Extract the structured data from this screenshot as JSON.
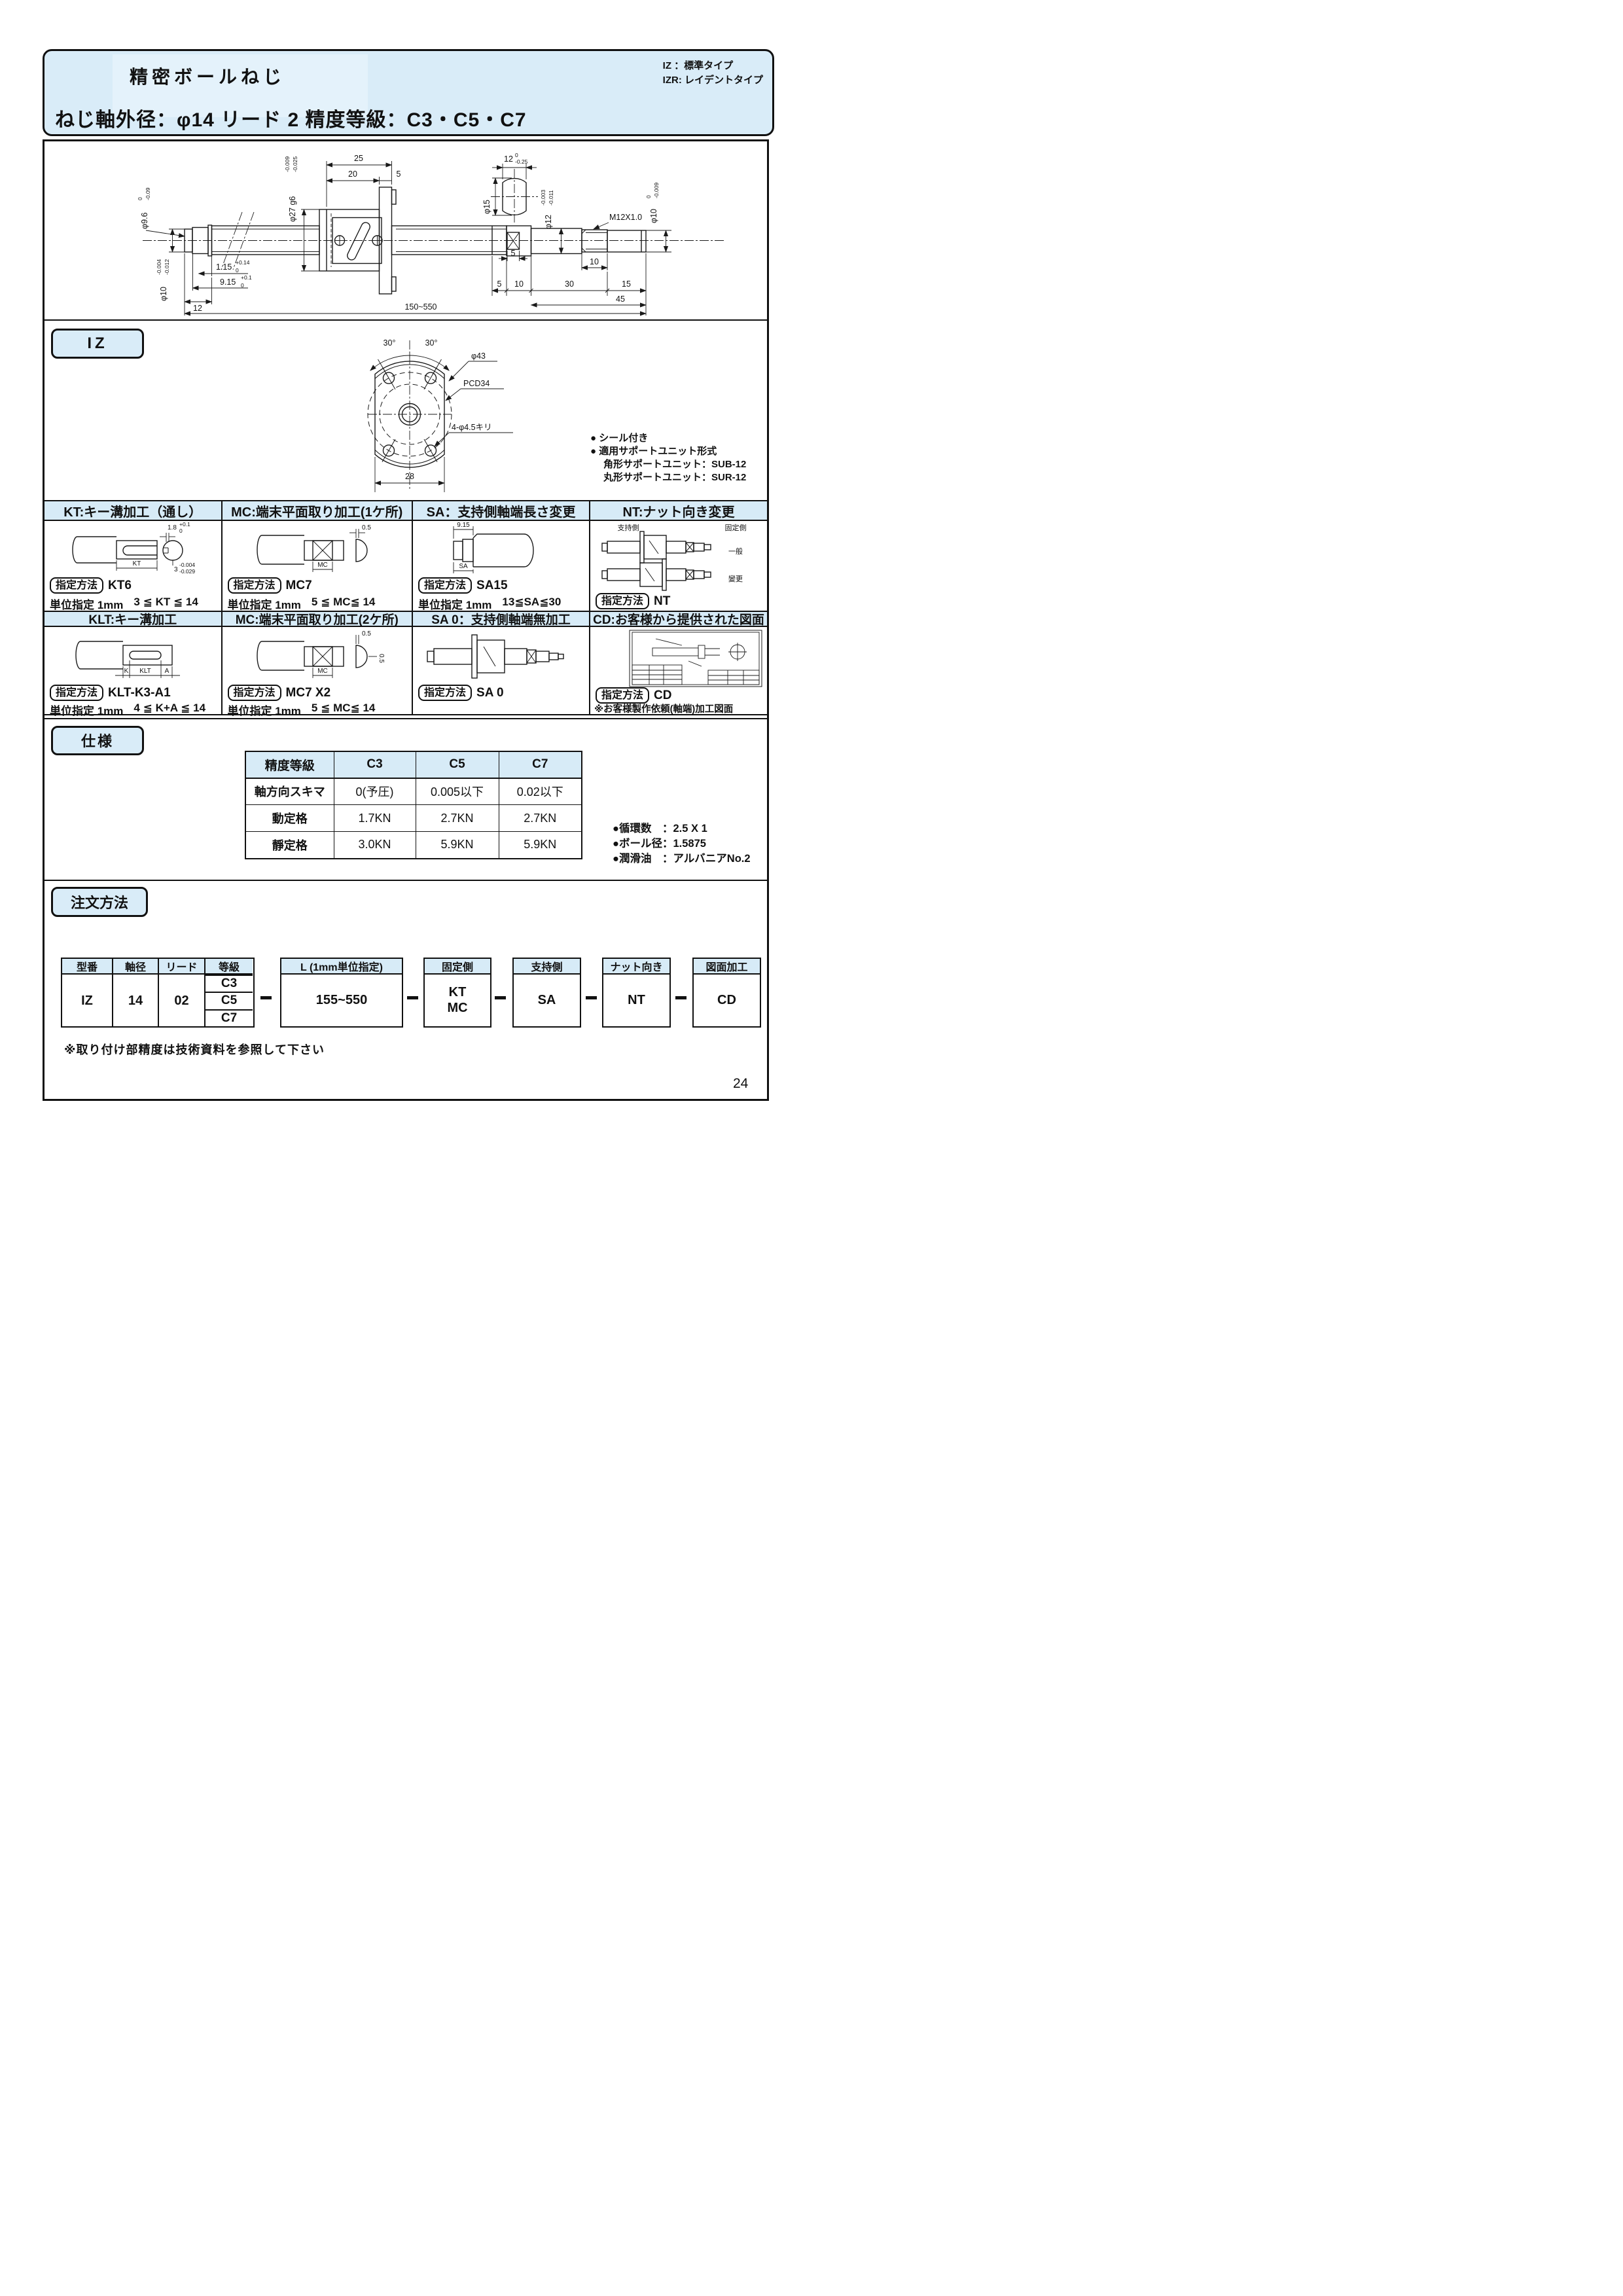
{
  "colors": {
    "accent_blue": "#d7ebf7",
    "header_blue": "#d9ecf8",
    "line": "#1a1a1a"
  },
  "page_number": "24",
  "header": {
    "title": "精密ボールねじ",
    "subtitle": "ねじ軸外径：φ14 リード 2 精度等級：C3・C5・C7",
    "type1": "IZ ：標準タイプ",
    "type2": "IZR: レイデントタイプ"
  },
  "drawing": {
    "d25": "25",
    "d20": "20",
    "d5": "5",
    "d96": {
      "b": "φ9.6",
      "t": "0",
      "u": "-0.09"
    },
    "d27": {
      "b": "φ27 g6",
      "t": "-0.009",
      "u": "-0.025"
    },
    "d10l": {
      "b": "φ10",
      "t": "-0.004",
      "u": "-0.012"
    },
    "d115": {
      "b": "1.15",
      "t": "+0.14",
      "u": "0"
    },
    "d915": {
      "b": "9.15",
      "t": "+0.1",
      "u": "0"
    },
    "d12l": "12",
    "d12f": {
      "b": "12",
      "t": "0",
      "u": "-0.25"
    },
    "d15": "φ15",
    "d12r": {
      "b": "φ12",
      "t": "-0.003",
      "u": "-0.011"
    },
    "m12": "M12X1.0",
    "d10r": {
      "b": "φ10",
      "t": "0",
      "u": "-0.009"
    },
    "s5": "5",
    "s10": "10",
    "c5": "5",
    "c10": "10",
    "c30": "30",
    "c15": "15",
    "d45": "45",
    "total": "150~550"
  },
  "iz": {
    "label": "IZ",
    "a30l": "30°",
    "a30r": "30°",
    "d43": "φ43",
    "pcd": "PCD34",
    "holes": "4-φ4.5キリ",
    "w28": "28",
    "bullets": [
      "● シール付き",
      "● 適用サポートユニット形式",
      "角形サポートユニット：SUB-12",
      "丸形サポートユニット：SUR-12"
    ]
  },
  "options": {
    "method_label": "指定方法",
    "kt": {
      "title": "KT:キー溝加工（通し）",
      "method": "KT6",
      "unit": "単位指定 1mm",
      "range": "3 ≦ KT ≦ 14",
      "d18": {
        "b": "1.8",
        "t": "+0.1",
        "u": "0"
      },
      "dkt": "KT",
      "d3": {
        "b": "3",
        "t": "-0.004",
        "u": "-0.029"
      }
    },
    "mc1": {
      "title": "MC:端末平面取り加工(1ケ所)",
      "method": "MC7",
      "unit": "単位指定 1mm",
      "range": "5 ≦ MC≦ 14",
      "d05": "0.5",
      "dmc": "MC"
    },
    "sa": {
      "title": "SA：支持側軸端長さ変更",
      "method": "SA15",
      "unit": "単位指定 1mm",
      "range": "13≦SA≦30",
      "d915": "9.15",
      "dsa": "SA"
    },
    "nt": {
      "title": "NT:ナット向き変更",
      "method": "NT",
      "support": "支持側",
      "fixed": "固定側",
      "normal": "一般",
      "changed": "變更"
    },
    "klt": {
      "title": "KLT:キー溝加工",
      "method": "KLT-K3-A1",
      "unit": "単位指定 1mm",
      "range": "4 ≦ K+A ≦ 14",
      "dk": "K",
      "dklt": "KLT",
      "da": "A"
    },
    "mc2": {
      "title": "MC:端末平面取り加工(2ケ所)",
      "method": "MC7 X2",
      "unit": "単位指定 1mm",
      "range": "5 ≦ MC≦ 14",
      "d05a": "0.5",
      "d05b": "0.5",
      "dmc": "MC"
    },
    "sa0": {
      "title": "SA 0：支持側軸端無加工",
      "method": "SA 0"
    },
    "cd": {
      "title": "CD:お客様から提供された図面",
      "method": "CD",
      "note": "※お客様製作依頼(軸端)加工図面"
    }
  },
  "spec": {
    "label": "仕様",
    "headers": [
      "精度等級",
      "C3",
      "C5",
      "C7"
    ],
    "rows": [
      {
        "name": "軸方向スキマ",
        "values": [
          "0(予圧)",
          "0.005以下",
          "0.02以下"
        ]
      },
      {
        "name": "動定格",
        "values": [
          "1.7KN",
          "2.7KN",
          "2.7KN"
        ]
      },
      {
        "name": "靜定格",
        "values": [
          "3.0KN",
          "5.9KN",
          "5.9KN"
        ]
      }
    ],
    "notes": [
      "●循環数　：2.5 X 1",
      "●ボール径：1.5875",
      "●潤滑油　：アルバニアNo.2"
    ]
  },
  "order": {
    "label": "注文方法",
    "h_model": "型番",
    "h_dia": "軸径",
    "h_lead": "リード",
    "h_grade": "等級",
    "v_model": "IZ",
    "v_dia": "14",
    "v_lead": "02",
    "grades": [
      "C3",
      "C5",
      "C7"
    ],
    "h_len": "L (1mm単位指定)",
    "v_len": "155~550",
    "h_fixed": "固定側",
    "v_fixed1": "KT",
    "v_fixed2": "MC",
    "h_support": "支持側",
    "v_support": "SA",
    "h_nut": "ナット向き",
    "v_nut": "NT",
    "h_draw": "図面加工",
    "v_draw": "CD",
    "note": "※取り付け部精度は技術資料を参照して下さい"
  }
}
